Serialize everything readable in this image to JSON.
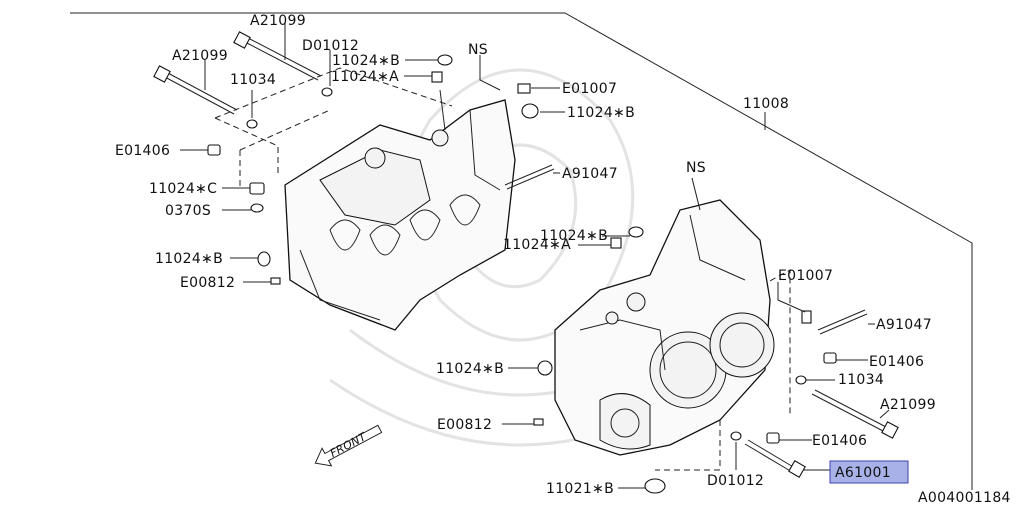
{
  "diagram": {
    "assembly_number": "11008",
    "catalog_ref": "A004001184",
    "front_label": "FRONT",
    "highlighted_part": "A61001",
    "left_half": {
      "ns": "NS",
      "labels": {
        "a21099_top": "A21099",
        "a21099_mid": "A21099",
        "d01012": "D01012",
        "b11024_top": "11024∗B",
        "a11024": "11024∗A",
        "p11034": "11034",
        "e01007": "E01007",
        "b11024_right": "11024∗B",
        "e01406": "E01406",
        "a91047": "A91047",
        "c11024": "11024∗C",
        "p0370s": "0370S",
        "b11024_low": "11024∗B",
        "e00812": "E00812"
      }
    },
    "right_half": {
      "ns": "NS",
      "labels": {
        "b11024": "11024∗B",
        "a11024": "11024∗A",
        "e01007": "E01007",
        "a91047": "A91047",
        "e01406_a": "E01406",
        "p11034": "11034",
        "a21099": "A21099",
        "b11024_side": "11024∗B",
        "e00812": "E00812",
        "e01406_b": "E01406",
        "a61001": "A61001",
        "d01012": "D01012",
        "b11021": "11021∗B"
      }
    }
  }
}
